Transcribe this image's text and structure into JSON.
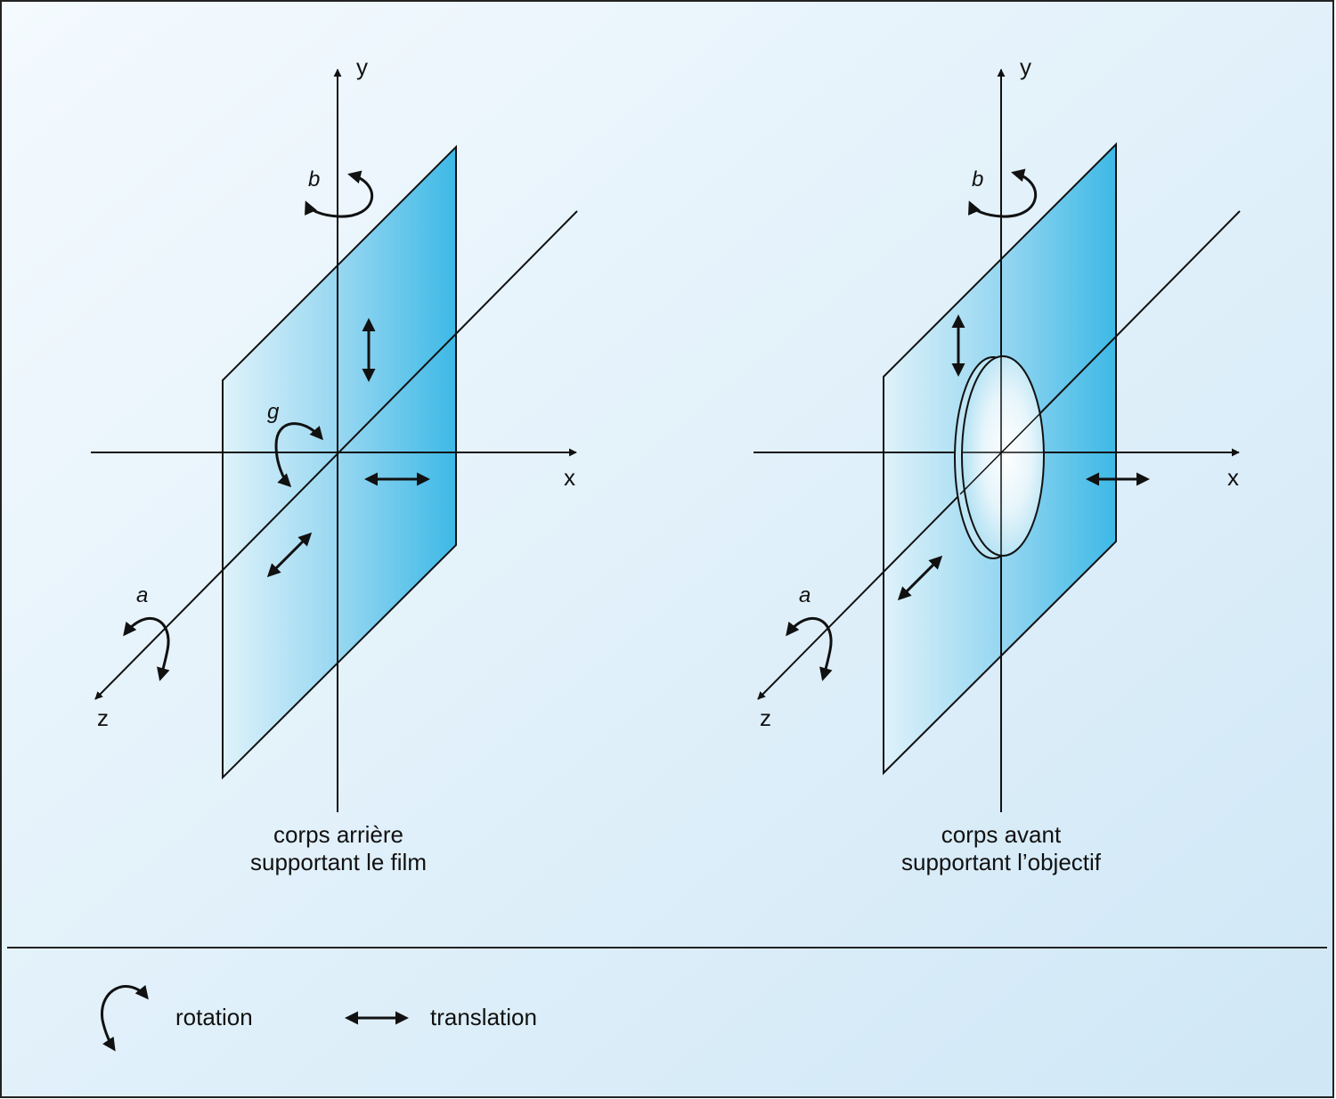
{
  "colors": {
    "background_top": "#f4fafe",
    "background_bottom": "#cfe7f6",
    "plane_light": "#d9eff9",
    "plane_dark": "#3db9e6",
    "stroke": "#111111"
  },
  "panels": [
    {
      "axes": {
        "x": "x",
        "y": "y",
        "z": "z"
      },
      "rotations": {
        "about_y": "b",
        "about_z": "a",
        "about_x": "g"
      },
      "caption": [
        "corps arrière",
        "supportant le film"
      ],
      "has_lens": false
    },
    {
      "axes": {
        "x": "x",
        "y": "y",
        "z": "z"
      },
      "rotations": {
        "about_y": "b",
        "about_z": "a"
      },
      "caption": [
        "corps avant",
        "supportant l’objectif"
      ],
      "has_lens": true
    }
  ],
  "legend": {
    "rotation_label": "rotation",
    "translation_label": "translation",
    "rotation_icon": "curved-rotation-arrow-icon",
    "translation_icon": "double-headed-arrow-icon"
  }
}
